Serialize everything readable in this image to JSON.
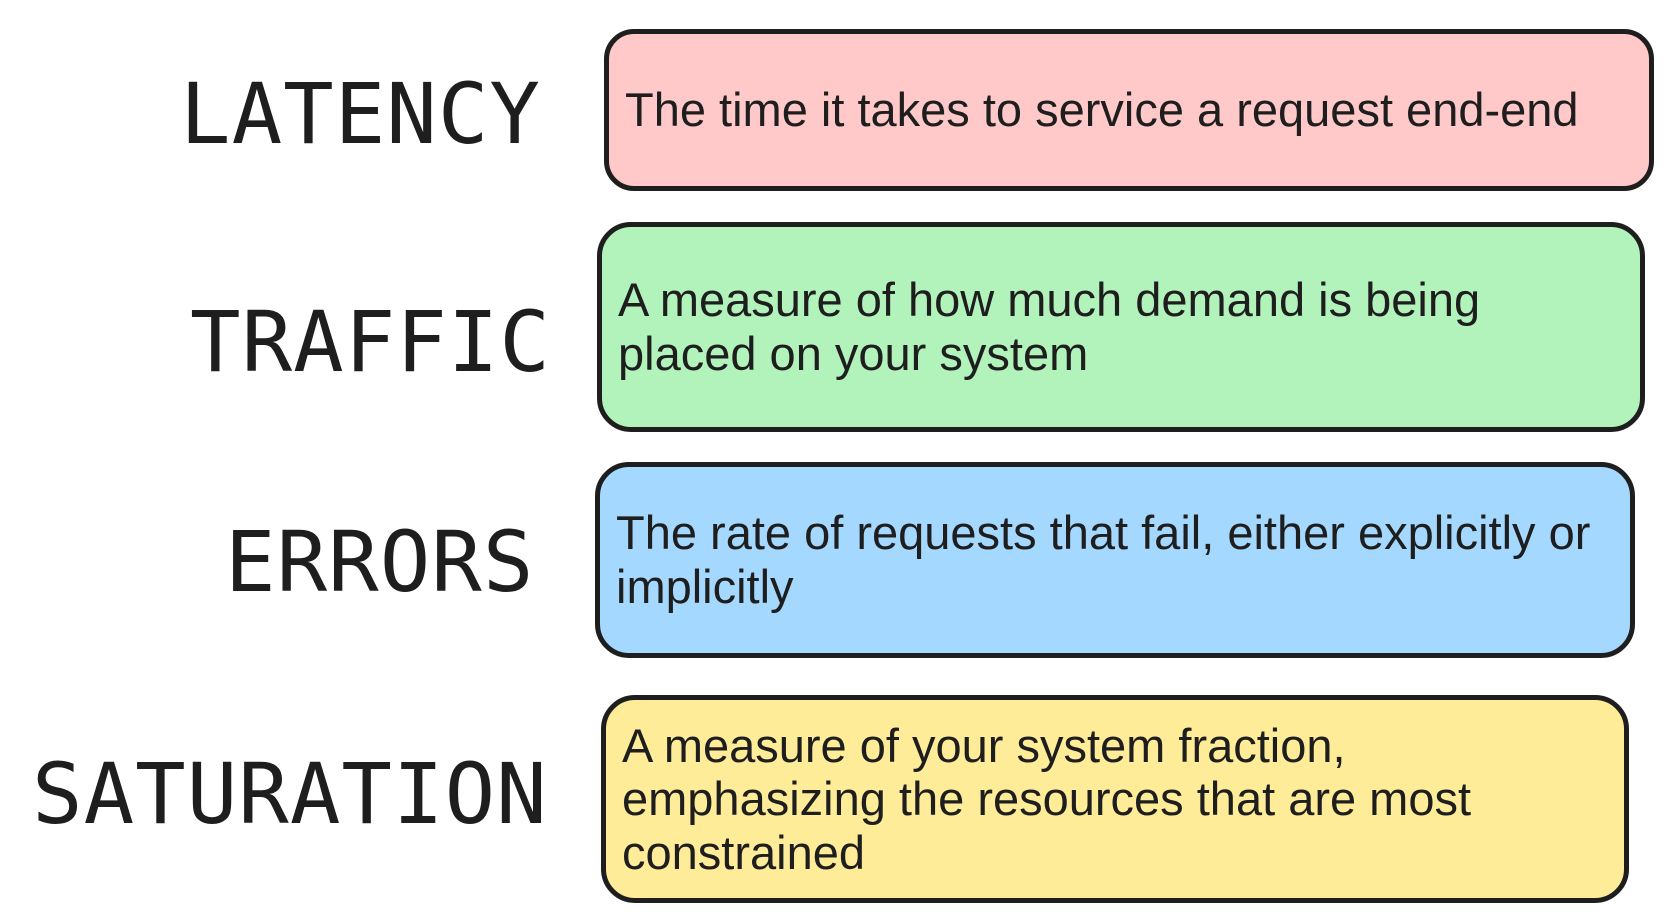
{
  "signals": [
    {
      "term": "LATENCY",
      "description": "The time it takes to service a request end-end",
      "color": "#ffc9c9"
    },
    {
      "term": "TRAFFIC",
      "description": "A measure of how much demand is being placed on your system",
      "color": "#b2f2bb"
    },
    {
      "term": "ERRORS",
      "description": "The rate of requests that fail, either explicitly or implicitly",
      "color": "#a5d8ff"
    },
    {
      "term": "SATURATION",
      "description": "A measure of your system fraction, emphasizing the resources that are most constrained",
      "color": "#ffec99"
    }
  ]
}
